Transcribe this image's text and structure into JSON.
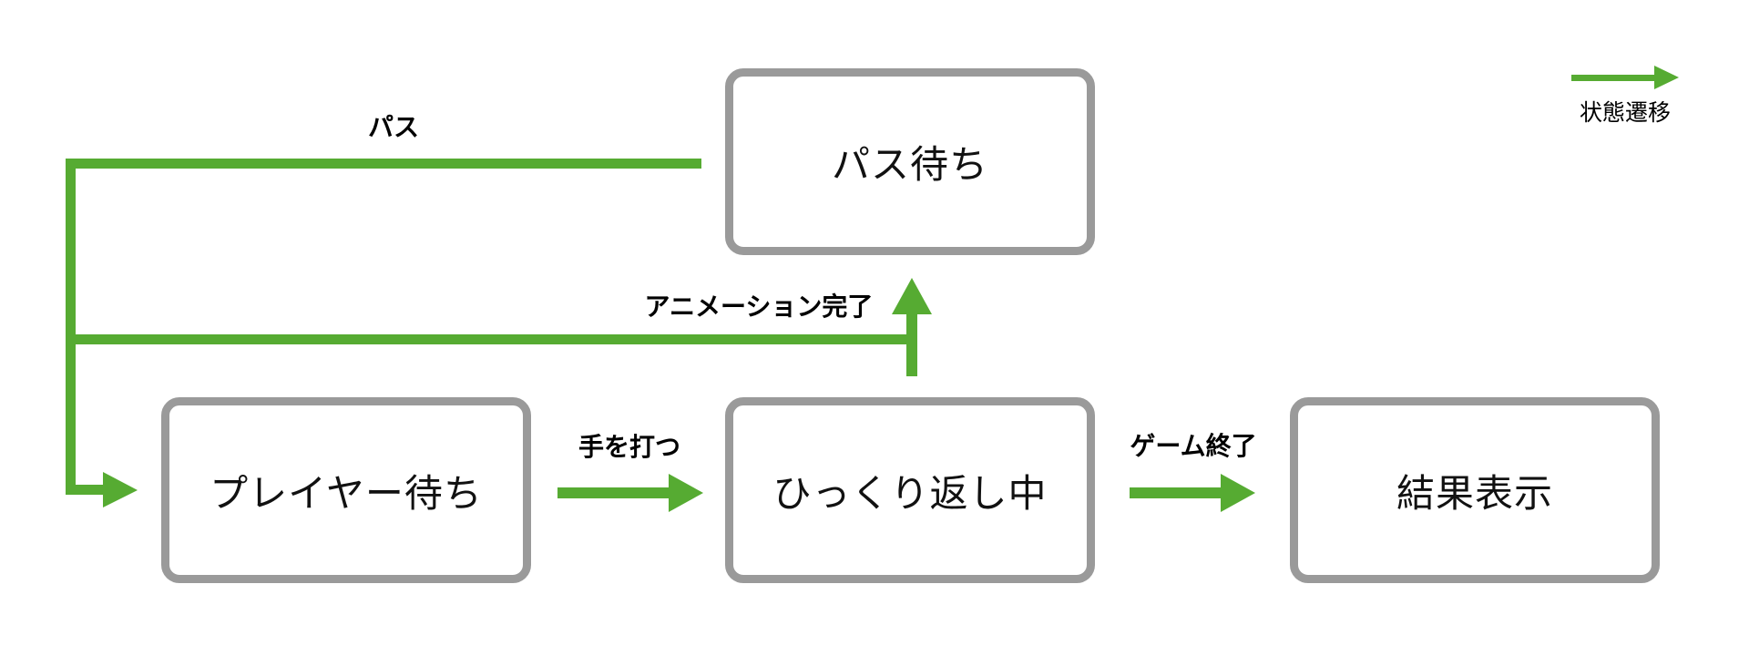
{
  "diagram": {
    "title_hint": "state-transition-diagram",
    "states": [
      {
        "id": "pass-wait",
        "label": "パス待ち"
      },
      {
        "id": "player-wait",
        "label": "プレイヤー待ち"
      },
      {
        "id": "flipping",
        "label": "ひっくり返し中"
      },
      {
        "id": "result-display",
        "label": "結果表示"
      }
    ],
    "transitions": [
      {
        "id": "pass",
        "label": "パス",
        "from": "パス待ち",
        "to": "プレイヤー待ち"
      },
      {
        "id": "animation-done",
        "label": "アニメーション完了",
        "from": "ひっくり返し中",
        "to": "パス待ち"
      },
      {
        "id": "make-move",
        "label": "手を打つ",
        "from": "プレイヤー待ち",
        "to": "ひっくり返し中"
      },
      {
        "id": "game-over",
        "label": "ゲーム終了",
        "from": "ひっくり返し中",
        "to": "結果表示"
      }
    ],
    "legend": {
      "label": "状態遷移",
      "symbol": "green-right-arrow"
    },
    "colors": {
      "arrow_green": "#56ab32",
      "box_border_gray": "#9a9a9a",
      "text": "#111111",
      "background": "#ffffff"
    }
  }
}
